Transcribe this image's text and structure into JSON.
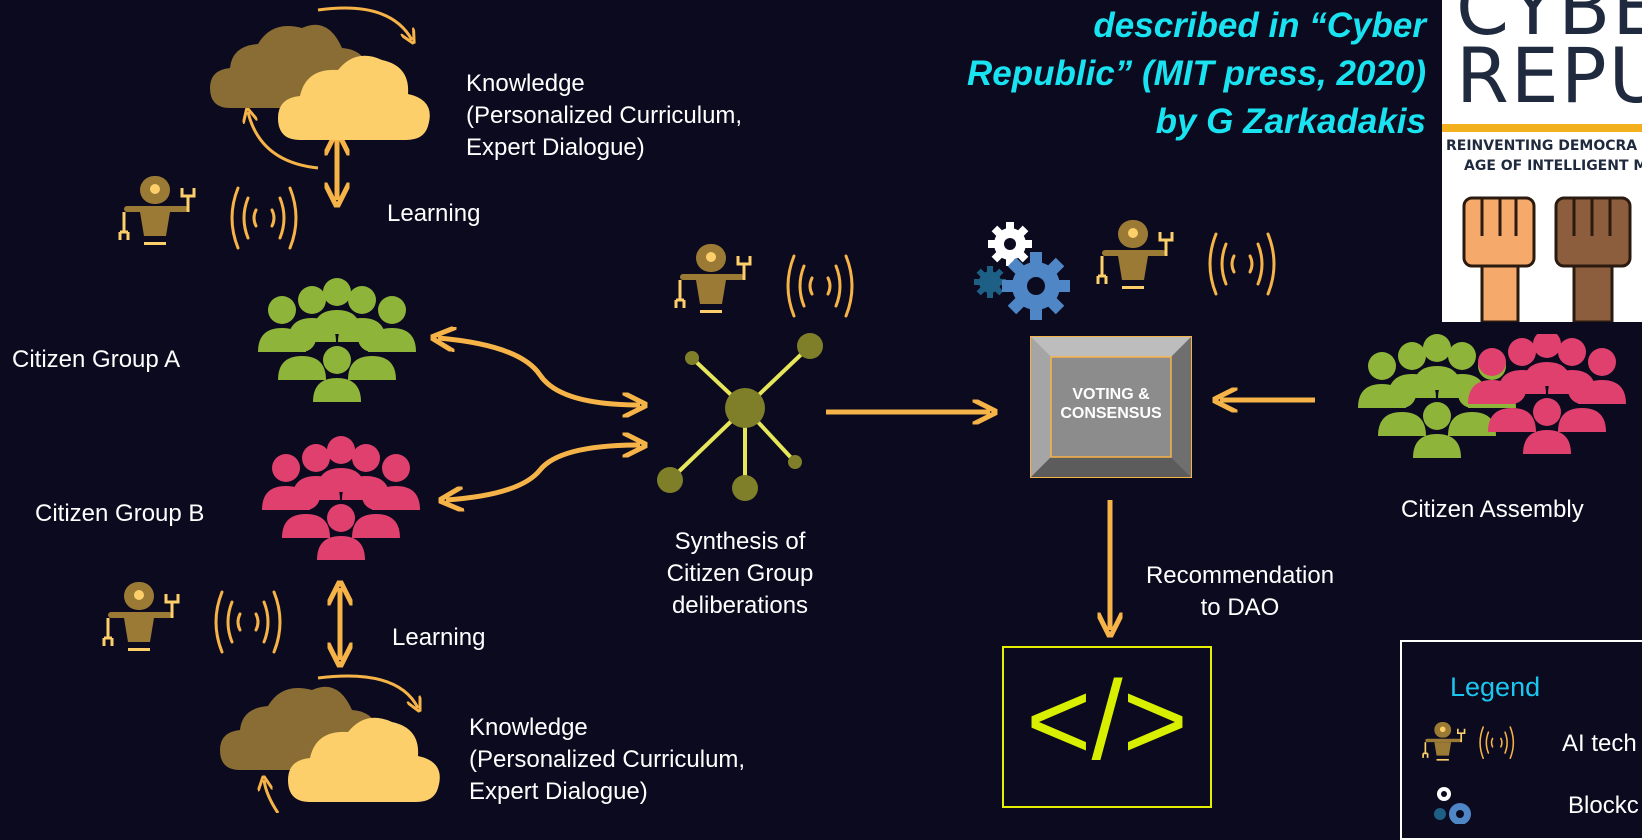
{
  "quote": {
    "line1": "described in “Cyber",
    "line2": "Republic” (MIT press, 2020)",
    "line3": "by G Zarkadakis"
  },
  "book": {
    "title_top": "CYBE",
    "title_bottom": "REPUB",
    "subtitle_line1": "REINVENTING DEMOCRA",
    "subtitle_line2": "AGE OF INTELLIGENT M"
  },
  "knowledge_top": {
    "line1": "Knowledge",
    "line2": "(Personalized Curriculum,",
    "line3": "Expert Dialogue)"
  },
  "knowledge_bottom": {
    "line1": "Knowledge",
    "line2": "(Personalized Curriculum,",
    "line3": "Expert Dialogue)"
  },
  "learning_top": "Learning",
  "learning_bottom": "Learning",
  "group_a": "Citizen Group A",
  "group_b": "Citizen Group B",
  "synthesis": {
    "line1": "Synthesis of",
    "line2": "Citizen Group",
    "line3": "deliberations"
  },
  "voting": {
    "line1": "VOTING &",
    "line2": "CONSENSUS"
  },
  "recommendation": {
    "line1": "Recommendation",
    "line2": "to DAO"
  },
  "assembly": "Citizen Assembly",
  "code_symbol": "</>",
  "legend": {
    "title": "Legend",
    "ai_label": "AI tech",
    "block_label": "Blockc"
  },
  "icons": {
    "robot": "robot-icon",
    "signal": "wireless-signal-icon",
    "cloud": "cloud-icon",
    "people": "people-group-icon",
    "gears": "gears-icon",
    "network": "network-hub-icon",
    "fist": "raised-fist-icon"
  },
  "colors": {
    "background": "#0b0a1f",
    "arrow": "#f6b348",
    "quote": "#19e3f0",
    "group_a": "#8fb43a",
    "group_b": "#e0406d",
    "robot": "#9a7a34",
    "cloud_dark": "#8a6d34",
    "cloud_light": "#fccf6a",
    "network": "#7f7f2a",
    "code": "#d8f000",
    "legend_title": "#19c7f0"
  }
}
